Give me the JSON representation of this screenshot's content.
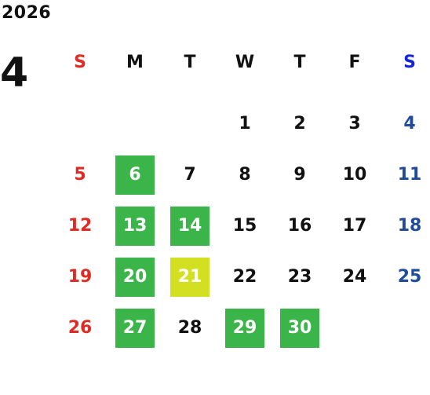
{
  "calendar": {
    "year": "2026",
    "month": "4",
    "weekdays": [
      "S",
      "M",
      "T",
      "W",
      "T",
      "F",
      "S"
    ],
    "colors": {
      "sunday": "#e02a24",
      "saturday": "#1f4b9c",
      "saturday_header": "#1426d6",
      "highlight_green": "#3bb54a",
      "highlight_yellow": "#d3e021"
    },
    "first_weekday_index": 3,
    "days_in_month": 30,
    "highlight_green": [
      6,
      13,
      14,
      20,
      27,
      29,
      30
    ],
    "highlight_yellow": [
      21
    ]
  }
}
